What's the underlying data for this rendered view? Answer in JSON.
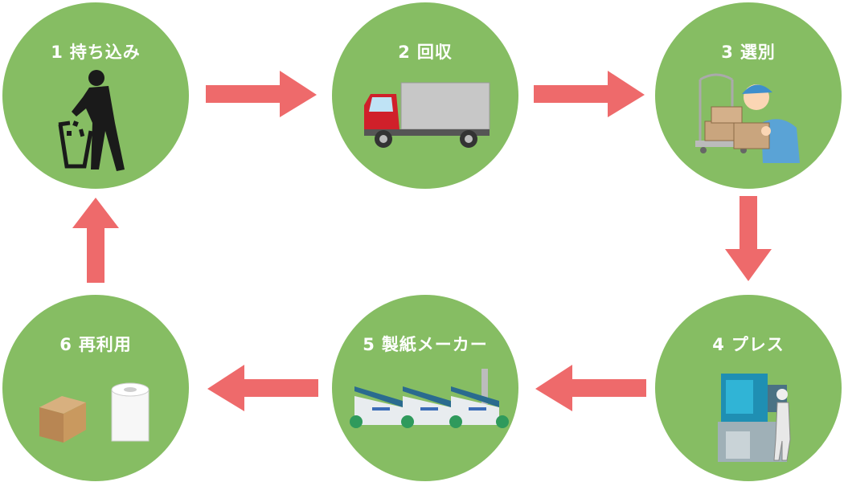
{
  "colors": {
    "circle": "#86bd63",
    "arrow": "#ee6a6b",
    "label": "#ffffff"
  },
  "steps": [
    {
      "num": "1",
      "label": "持ち込み",
      "icon": "trash-disposal-icon"
    },
    {
      "num": "2",
      "label": "回収",
      "icon": "truck-icon"
    },
    {
      "num": "3",
      "label": "選別",
      "icon": "sorting-worker-icon"
    },
    {
      "num": "4",
      "label": "プレス",
      "icon": "press-machine-icon"
    },
    {
      "num": "5",
      "label": "製紙メーカー",
      "icon": "factory-icon"
    },
    {
      "num": "6",
      "label": "再利用",
      "icon": "cardboard-and-toilet-paper-icon"
    }
  ]
}
